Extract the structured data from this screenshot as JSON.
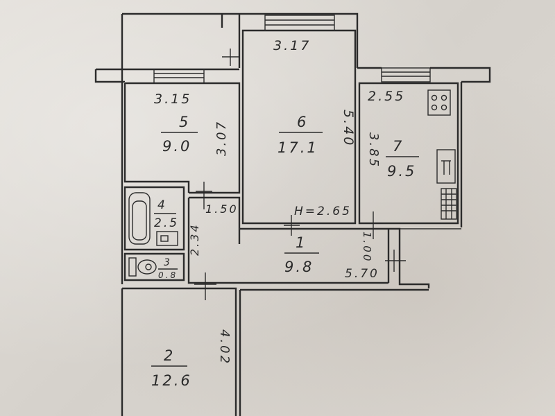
{
  "plan": {
    "ceiling_height": "H=2.65",
    "rooms": [
      {
        "number": "1",
        "area": "9.8"
      },
      {
        "number": "2",
        "area": "12.6"
      },
      {
        "number": "3",
        "area": "0.8"
      },
      {
        "number": "4",
        "area": "2.5"
      },
      {
        "number": "5",
        "area": "9.0"
      },
      {
        "number": "6",
        "area": "17.1"
      },
      {
        "number": "7",
        "area": "9.5"
      }
    ],
    "dimensions": {
      "room6_width": "3.17",
      "room6_length": "5.40",
      "room5_width": "3.15",
      "room5_length": "3.07",
      "room7_width": "2.55",
      "room7_length": "3.85",
      "hall_upper": "1.50",
      "hall_side": "2.34",
      "hall_width": "1.00",
      "hall_length": "5.70",
      "room2_length": "4.02"
    }
  }
}
